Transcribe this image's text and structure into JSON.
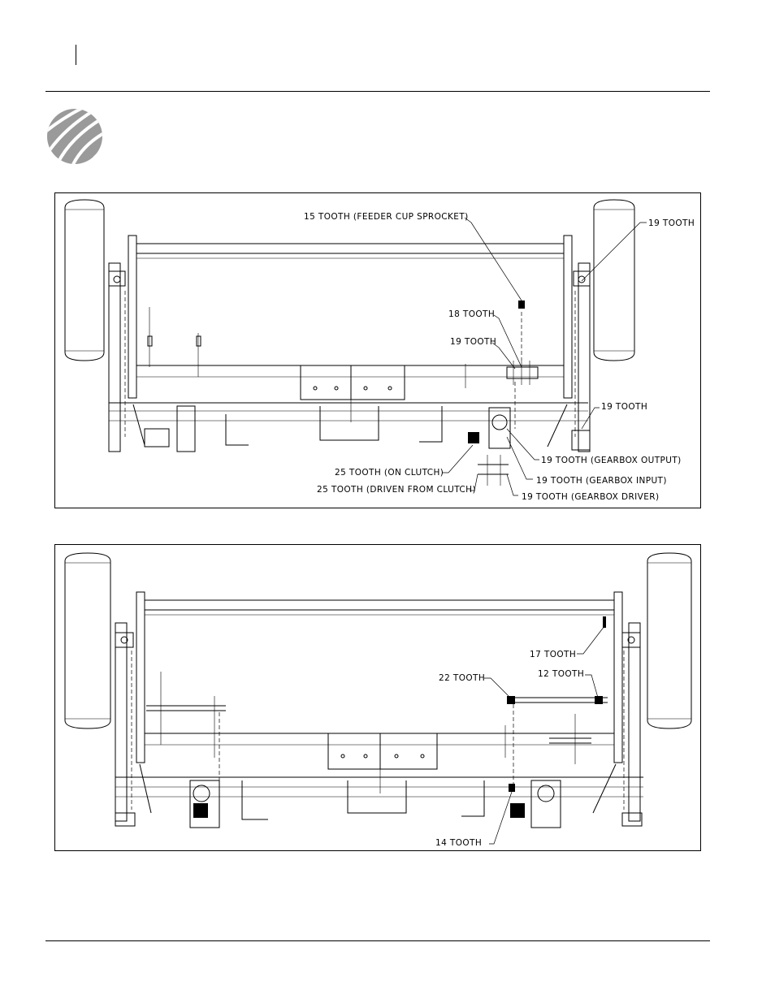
{
  "header": {
    "logo_icon": "brand-stripes-logo-icon"
  },
  "diagram_top": {
    "labels": {
      "feeder_cup": "15 TOOTH (FEEDER CUP SPROCKET)",
      "tooth18": "18 TOOTH",
      "tooth19_mid": "19 TOOTH",
      "tooth19_top_right": "19 TOOTH",
      "tooth19_right": "19 TOOTH",
      "gearbox_output": "19 TOOTH (GEARBOX OUTPUT)",
      "on_clutch": "25 TOOTH (ON CLUTCH)",
      "gearbox_input": "19 TOOTH (GEARBOX INPUT)",
      "driven_from_clutch": "25 TOOTH (DRIVEN FROM CLUTCH)",
      "gearbox_driver": "19 TOOTH (GEARBOX DRIVER)"
    }
  },
  "diagram_bottom": {
    "labels": {
      "tooth17": "17 TOOTH",
      "tooth22": "22 TOOTH",
      "tooth12": "12 TOOTH",
      "tooth14": "14 TOOTH"
    }
  }
}
